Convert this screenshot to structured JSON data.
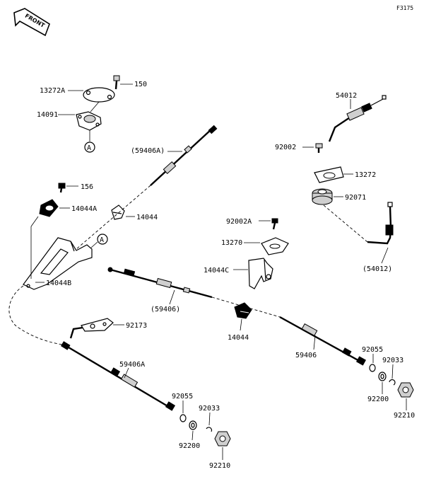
{
  "figure_code": "F3175",
  "front_label": "FRONT",
  "view_marker": "A",
  "labels": {
    "l_13272A": "13272A",
    "l_150": "150",
    "l_14091": "14091",
    "l_59406A_paren": "(59406A)",
    "l_156": "156",
    "l_14044A": "14044A",
    "l_14044_top": "14044",
    "l_14044B": "14044B",
    "l_54012": "54012",
    "l_92002": "92002",
    "l_13272": "13272",
    "l_92071": "92071",
    "l_92002A": "92002A",
    "l_13270": "13270",
    "l_14044C": "14044C",
    "l_54012_paren": "(54012)",
    "l_59406_paren": "(59406)",
    "l_92173": "92173",
    "l_14044_mid": "14044",
    "l_59406": "59406",
    "l_59406A": "59406A",
    "l_92055_right": "92055",
    "l_92033_right": "92033",
    "l_92200_right": "92200",
    "l_92210_right": "92210",
    "l_92055_left": "92055",
    "l_92033_left": "92033",
    "l_92200_left": "92200",
    "l_92210_left": "92210"
  }
}
